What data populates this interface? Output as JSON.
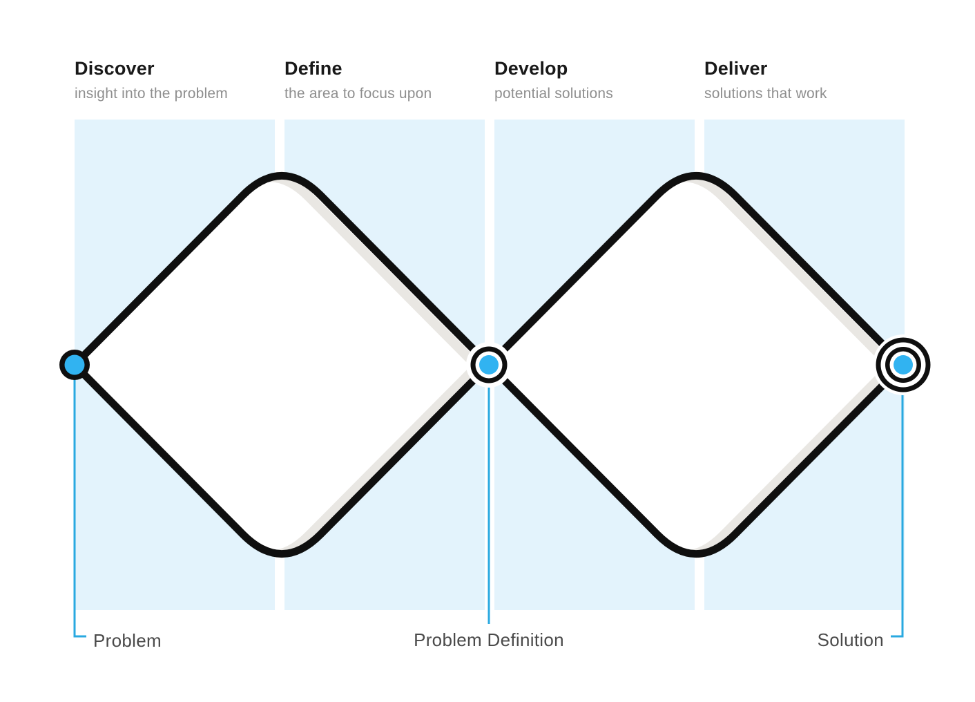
{
  "phases": [
    {
      "title": "Discover",
      "subtitle": "insight into the problem"
    },
    {
      "title": "Define",
      "subtitle": "the area to focus upon"
    },
    {
      "title": "Develop",
      "subtitle": "potential solutions"
    },
    {
      "title": "Deliver",
      "subtitle": "solutions that work"
    }
  ],
  "milestones": {
    "problem": "Problem",
    "problem_definition": "Problem Definition",
    "solution": "Solution"
  },
  "colors": {
    "panel_blue": "#e3f3fc",
    "line_blue": "#29a9e0",
    "dot_blue": "#31b3f1",
    "shadow_gray": "#e9e7e3",
    "outline_black": "#0f0f0f",
    "title_text": "#191919",
    "subtitle_text": "#8e8e8e",
    "label_text": "#4a4a4a"
  }
}
